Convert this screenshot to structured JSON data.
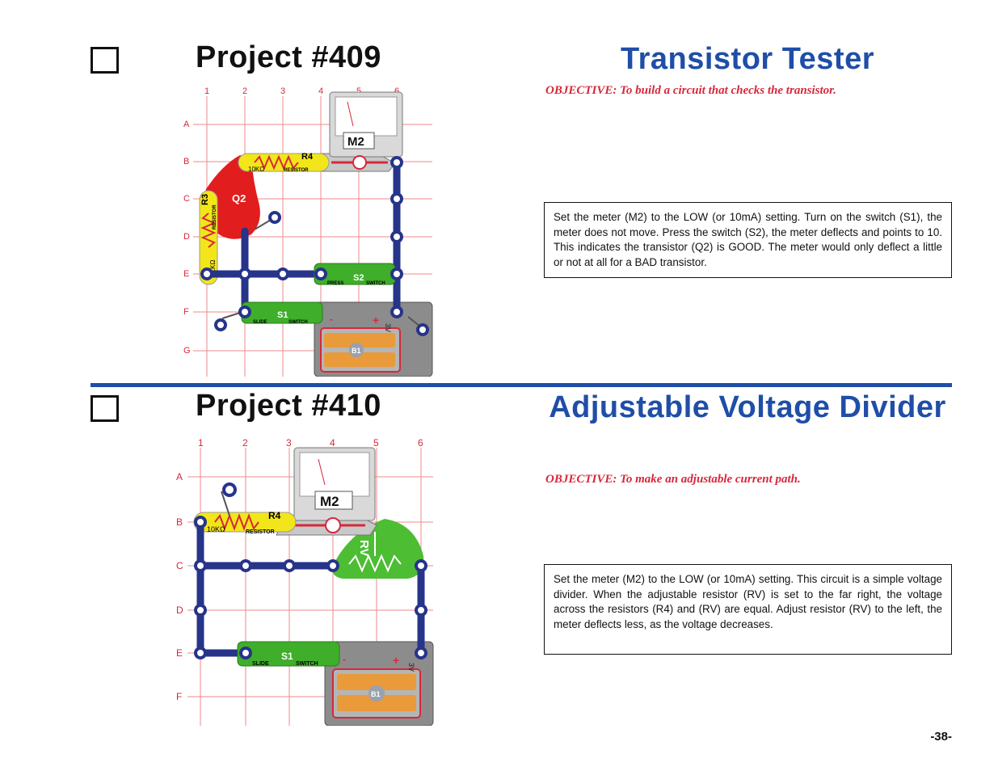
{
  "project1": {
    "number": "Project #409",
    "title": "Transistor Tester",
    "objective": "OBJECTIVE:  To build a circuit that checks the transistor.",
    "description": "Set the meter (M2) to the LOW (or 10mA) setting.  Turn on the switch (S1), the meter does not move.  Press the switch (S2), the meter deflects and points to 10.  This indicates the transistor (Q2) is GOOD.  The meter would only deflect a little or not at all for a BAD transistor.",
    "grid_cols": [
      "1",
      "2",
      "3",
      "4",
      "5",
      "6"
    ],
    "grid_rows": [
      "A",
      "B",
      "C",
      "D",
      "E",
      "F",
      "G"
    ],
    "parts": {
      "meter": "M2",
      "resistor_r4": "R4",
      "r4_value": "10KΩ",
      "resistor_word": "RESISTOR",
      "transistor": "Q2",
      "resistor_r3": "R3",
      "r3_value": "5.1KΩ",
      "switch_s2": "S2",
      "press_word": "PRESS",
      "switch_word": "SWITCH",
      "switch_s1": "S1",
      "slide_word": "SLIDE",
      "battery": "B1",
      "battery_voltage": "3V",
      "minus": "-",
      "plus": "+"
    },
    "colors": {
      "wire": "#26348a",
      "resistor": "#f2e61a",
      "transistor": "#e11d1d",
      "switch": "#3fae2a",
      "battery": "#8a8a8a"
    }
  },
  "project2": {
    "number": "Project #410",
    "title": "Adjustable Voltage Divider",
    "objective": "OBJECTIVE:  To make an adjustable current path.",
    "description": "Set the meter (M2) to the LOW (or 10mA) setting.  This circuit is a simple voltage divider.  When the adjustable resistor (RV) is set to the far right, the voltage across the resistors (R4) and (RV) are equal.  Adjust resistor (RV) to the left, the meter deflects less, as the voltage decreases.",
    "grid_cols": [
      "1",
      "2",
      "3",
      "4",
      "5",
      "6"
    ],
    "grid_rows": [
      "A",
      "B",
      "C",
      "D",
      "E",
      "F"
    ],
    "parts": {
      "meter": "M2",
      "resistor_r4": "R4",
      "r4_value": "10KΩ",
      "resistor_word": "RESISTOR",
      "adjustable": "RV",
      "switch_s1": "S1",
      "slide_word": "SLIDE",
      "switch_word": "SWITCH",
      "battery": "B1",
      "battery_voltage": "3V",
      "minus": "-",
      "plus": "+"
    },
    "colors": {
      "wire": "#26348a",
      "adjustable": "#4dbd34"
    }
  },
  "page_number": "-38-"
}
